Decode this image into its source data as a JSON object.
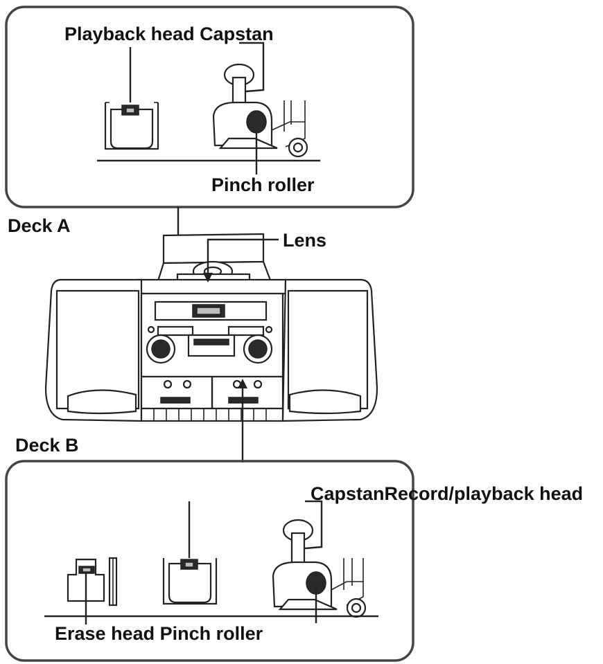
{
  "labels": {
    "deck_a": "Deck A",
    "deck_b": "Deck B",
    "lens": "Lens",
    "top_playback_capstan": "Playback head Capstan",
    "top_pinch_roller": "Pinch roller",
    "bottom_capstan_record": "CapstanRecord/playback head",
    "bottom_erase_pinch": "Erase head Pinch roller"
  }
}
